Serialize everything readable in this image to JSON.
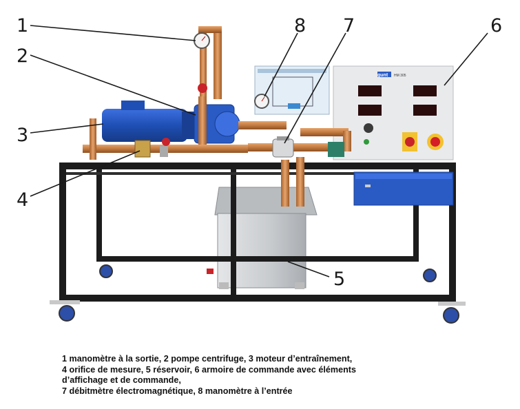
{
  "callouts": [
    {
      "number": "1"
    },
    {
      "number": "2"
    },
    {
      "number": "3"
    },
    {
      "number": "4"
    },
    {
      "number": "5"
    },
    {
      "number": "6"
    },
    {
      "number": "7"
    },
    {
      "number": "8"
    }
  ],
  "panel": {
    "brand": "gunt",
    "model": "HM 305"
  },
  "caption": {
    "lines": [
      "1 manomètre à la sortie, 2 pompe centrifuge, 3 moteur d’entraînement,",
      "4 orifice de mesure, 5 réservoir, 6 armoire de commande avec éléments",
      "d’affichage et de commande,",
      "7 débitmètre électromagnétique, 8 manomètre à l’entrée"
    ]
  },
  "colors": {
    "frame": "#1c1c1c",
    "motor": "#1f4fb5",
    "copper": "#c9834a",
    "tank": "#cfd2d4",
    "cabinet": "#e9eaec",
    "cabinet_box": "#2a5bc4",
    "valve": "#c8242a"
  }
}
